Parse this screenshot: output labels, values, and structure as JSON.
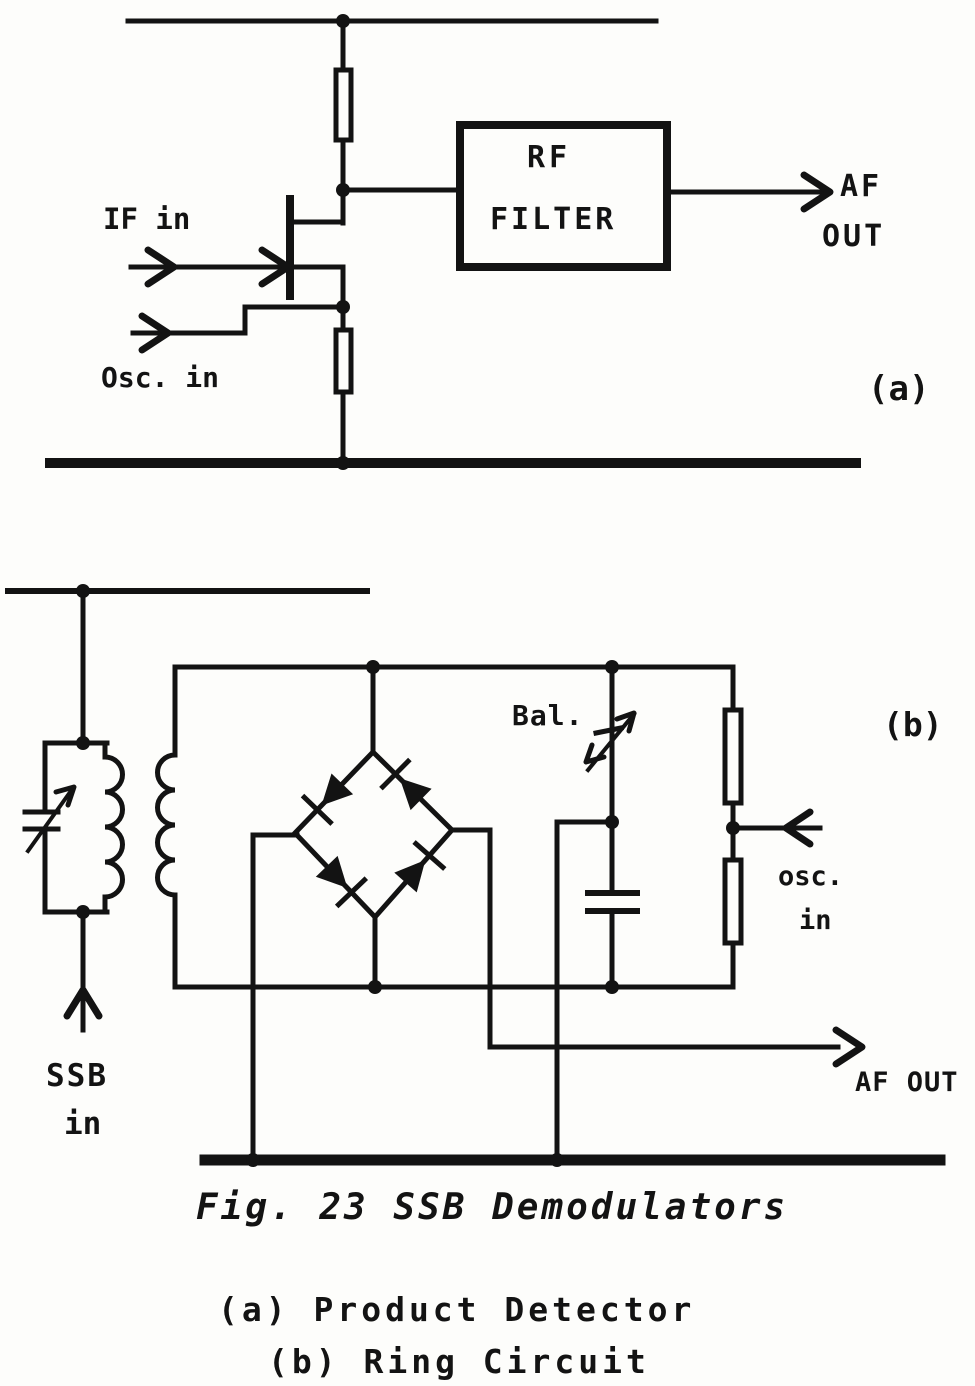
{
  "colors": {
    "ink": "#131313",
    "paper": "#fdfdfb"
  },
  "figure": {
    "caption": "Fig. 23  SSB Demodulators",
    "subcaption_a": "(a) Product Detector",
    "subcaption_b": "(b) Ring Circuit"
  },
  "circuit_a": {
    "tag": "(a)",
    "if_in": "IF in",
    "osc_in": "Osc. in",
    "filter_line1": "RF",
    "filter_line2": "FILTER",
    "af": "AF",
    "out": "OUT"
  },
  "circuit_b": {
    "tag": "(b)",
    "bal": "Bal.",
    "osc": "osc.",
    "osc_in2": "in",
    "ssb": "SSB",
    "ssb_in2": "in",
    "af_out": "AF OUT"
  }
}
